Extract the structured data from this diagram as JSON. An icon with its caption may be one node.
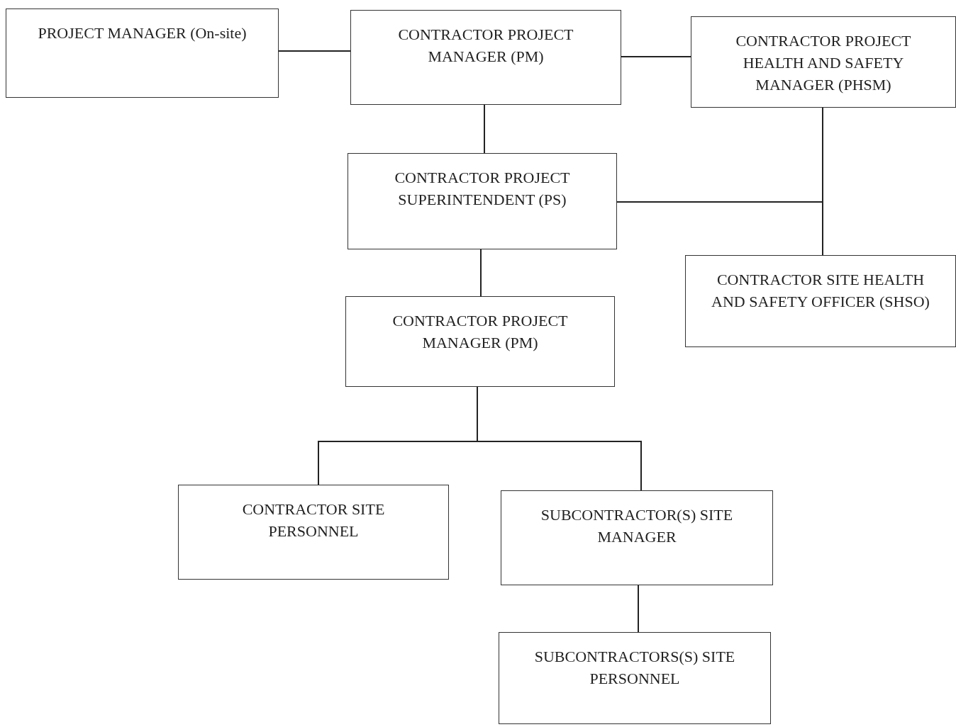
{
  "diagram": {
    "nodes": [
      {
        "text": [
          "PROJECT MANAGER (On-site)"
        ]
      },
      {
        "text": [
          "CONTRACTOR PROJECT MANAGER (PM)"
        ]
      },
      {
        "text": [
          "CONTRACTOR PROJECT HEALTH AND SAFETY MANAGER (PHSM)"
        ]
      },
      {
        "text": [
          "CONTRACTOR PROJECT SUPERINTENDENT (PS)"
        ]
      },
      {
        "text": [
          "CONTRACTOR SITE HEALTH AND SAFETY OFFICER (SHSO)"
        ]
      },
      {
        "text": [
          "CONTRACTOR PROJECT MANAGER (PM)"
        ]
      },
      {
        "text": [
          "CONTRACTOR SITE PERSONNEL"
        ]
      },
      {
        "text": [
          "SUBCONTRACTOR(S) SITE MANAGER"
        ]
      },
      {
        "text": [
          "SUBCONTRACTORS(S) SITE PERSONNEL"
        ]
      }
    ],
    "edges": [
      {
        "from": 0,
        "to": 1,
        "arrow": "none"
      },
      {
        "from": 1,
        "to": 2,
        "arrow": "none"
      },
      {
        "from": 1,
        "to": 3,
        "arrow": "none"
      },
      {
        "from": 2,
        "to": 4,
        "arrow": "none"
      },
      {
        "from": 3,
        "to": 4,
        "arrow": "none"
      },
      {
        "from": 3,
        "to": 5,
        "arrow": "none"
      },
      {
        "from": 5,
        "to": 6,
        "arrow": "none"
      },
      {
        "from": 5,
        "to": 7,
        "arrow": "none"
      },
      {
        "from": 7,
        "to": 8,
        "arrow": "none"
      }
    ]
  }
}
